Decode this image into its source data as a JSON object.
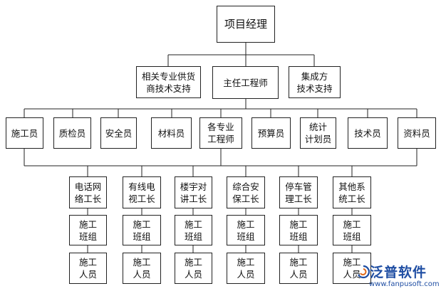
{
  "nodes": {
    "pm": "项目经理",
    "supplier": "相关专业供货\n商技术支持",
    "chief": "主任工程师",
    "integrator": "集成方\n技术支持",
    "l3": [
      "施工员",
      "质检员",
      "安全员",
      "材料员",
      "各专业\n工程师",
      "预算员",
      "统计\n计划员",
      "技术员",
      "资料员"
    ],
    "leaders": [
      "电话网\n络工长",
      "有线电\n视工长",
      "楼宇对\n讲工长",
      "综合安\n保工长",
      "停车管\n理工长",
      "其他系\n统工长"
    ],
    "team": "施工\n班组",
    "worker": "施工\n人员"
  },
  "logo": {
    "name": "泛普软件",
    "url": "www.fanpusoft.com",
    "color": "#1f4ea3"
  }
}
